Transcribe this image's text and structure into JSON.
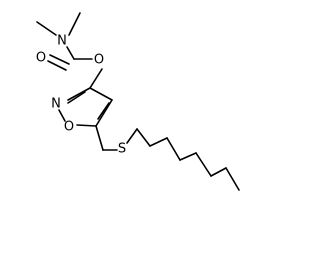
{
  "molecule": {
    "atoms": [
      {
        "label": "N"
      },
      {
        "label": "O"
      },
      {
        "label": "O"
      },
      {
        "label": "N"
      },
      {
        "label": "O"
      },
      {
        "label": "S"
      }
    ],
    "colors": {
      "bond": "#000000",
      "label": "#000000",
      "background": "#ffffff"
    }
  }
}
